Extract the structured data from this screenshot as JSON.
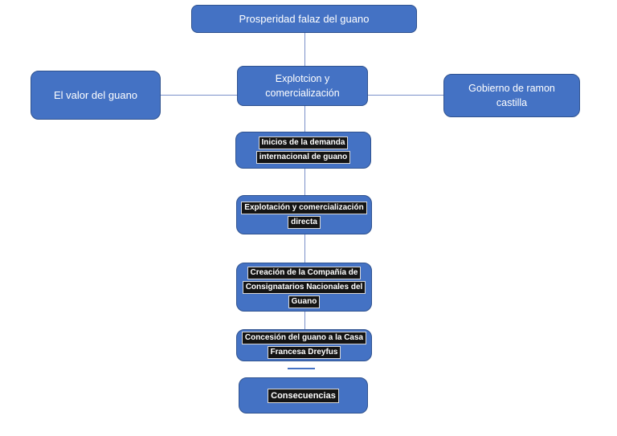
{
  "diagram": {
    "title": "Prosperidad falaz del guano",
    "colors": {
      "node_fill": "#4472c4",
      "node_border": "#2f528f",
      "node_text": "#ffffff",
      "highlight_bg": "#141414",
      "highlight_text": "#ffffff",
      "highlight_outline": "#d9d9d9",
      "connector": "#7b90c9",
      "background": "#ffffff"
    },
    "nodes": {
      "root": {
        "label": "Prosperidad falaz del guano"
      },
      "center": {
        "line1": "Explotcion y",
        "line2": "comercialización"
      },
      "left": {
        "label": "El valor del guano"
      },
      "right": {
        "line1": "Gobierno de ramon",
        "line2": "castilla"
      },
      "step1": {
        "line1": "Inicios de la demanda",
        "line2": "internacional de guano"
      },
      "step2": {
        "line1": "Explotación y comercialización",
        "line2": "directa"
      },
      "step3": {
        "line1": "Creación de la Compañía de",
        "line2": "Consignatarios Nacionales del",
        "line3": "Guano"
      },
      "step4": {
        "line1": "Concesión del guano a la Casa",
        "line2": "Francesa Dreyfus"
      },
      "step5": {
        "label": "Consecuencias"
      }
    }
  }
}
